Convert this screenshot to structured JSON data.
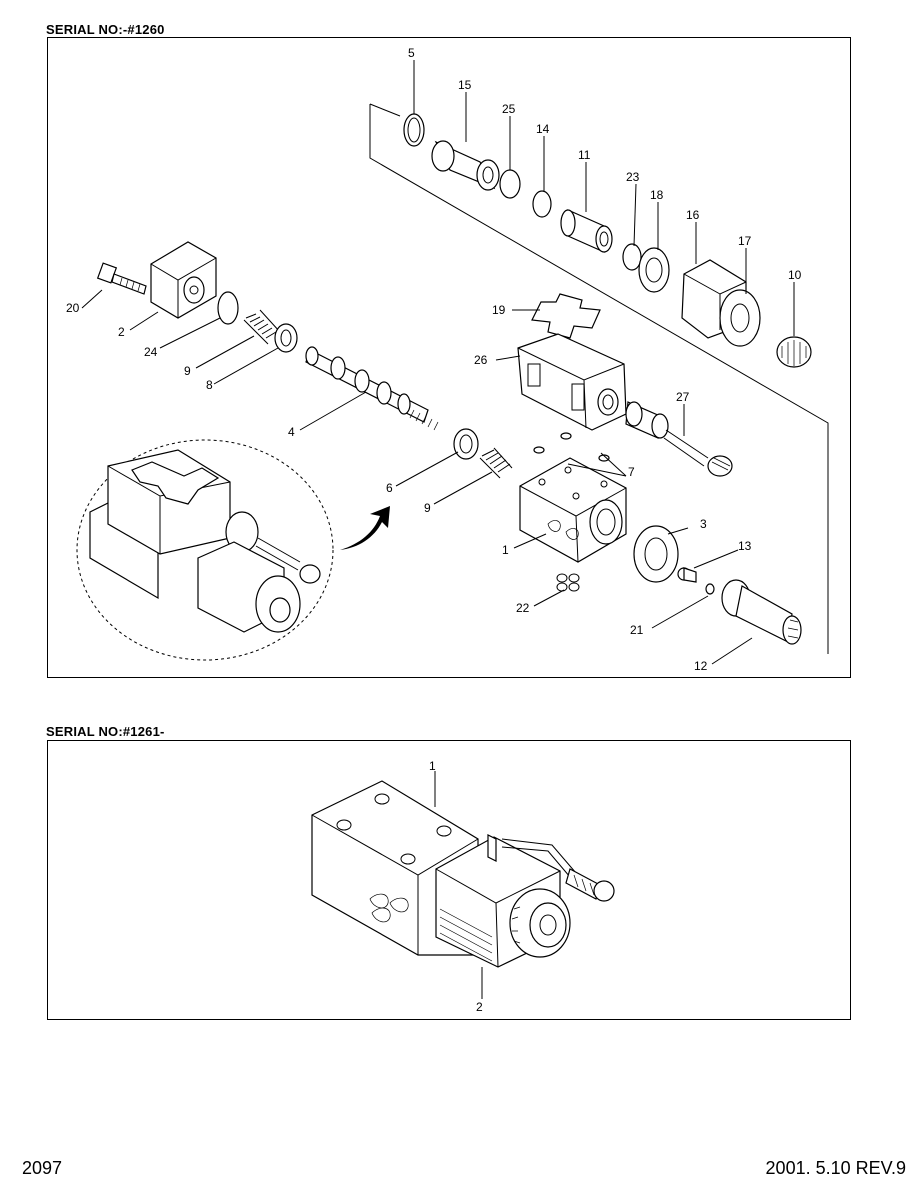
{
  "header": {
    "serial_top": "SERIAL NO:-#1260",
    "serial_bottom": "SERIAL NO:#1261-"
  },
  "top_callouts": [
    "5",
    "15",
    "25",
    "14",
    "11",
    "23",
    "18",
    "16",
    "17",
    "10",
    "19",
    "26",
    "27",
    "20",
    "2",
    "24",
    "9",
    "8",
    "4",
    "6",
    "9",
    "7",
    "3",
    "1",
    "13",
    "22",
    "21",
    "12"
  ],
  "bottom_callouts": [
    "1",
    "2"
  ],
  "footer": {
    "page_number": "2097",
    "revision": "2001. 5.10  REV.9"
  }
}
